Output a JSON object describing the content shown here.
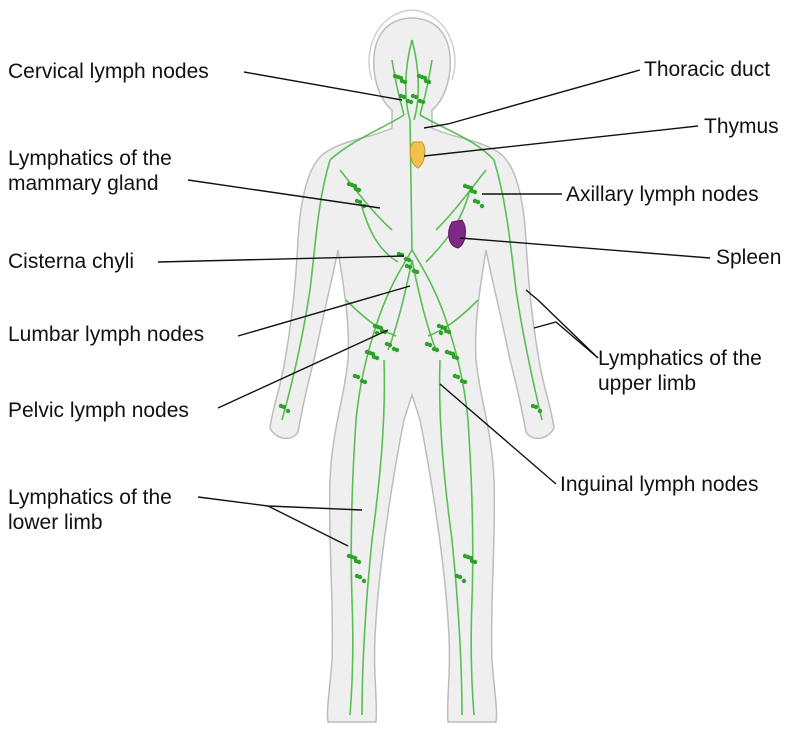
{
  "colors": {
    "lymph": "#3fb53a",
    "lymph_node": "#2ea22a",
    "body_fill": "#ececec",
    "body_outline": "#bdbdbd",
    "thymus": "#f2c14b",
    "spleen": "#7d2a86",
    "leader": "#111111"
  },
  "labels": {
    "cervical": "Cervical lymph nodes",
    "thoracic_duct": "Thoracic duct",
    "thymus": "Thymus",
    "mammary_1": "Lymphatics of the",
    "mammary_2": "mammary gland",
    "axillary": "Axillary lymph nodes",
    "cisterna": "Cisterna chyli",
    "spleen": "Spleen",
    "lumbar": "Lumbar lymph nodes",
    "upper_limb_1": "Lymphatics of the",
    "upper_limb_2": "upper limb",
    "pelvic": "Pelvic lymph nodes",
    "inguinal": "Inguinal lymph nodes",
    "lower_limb_1": "Lymphatics of the",
    "lower_limb_2": "lower limb"
  }
}
